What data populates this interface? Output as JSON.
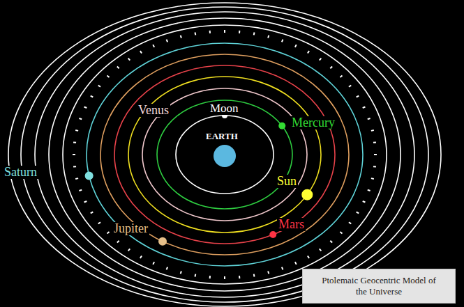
{
  "diagram": {
    "caption": "Ptolemaic Geocentric Model of the Universe",
    "labels": [
      "Venus",
      "Moon",
      "Mercury",
      "EARTH",
      "Saturn",
      "Sun",
      "Jupiter",
      "Mars"
    ]
  }
}
